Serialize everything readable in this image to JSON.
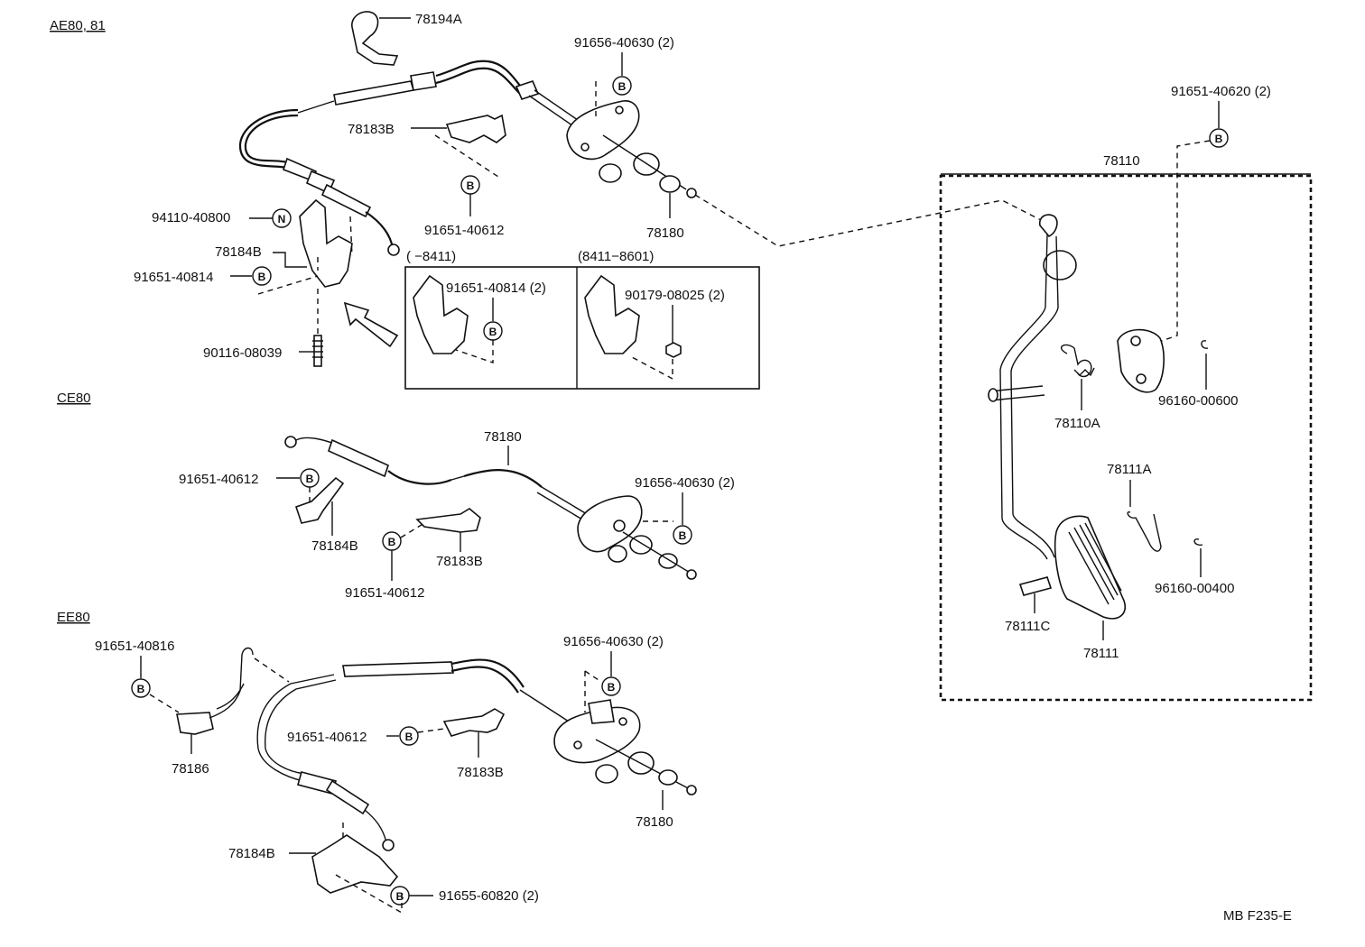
{
  "sections": {
    "ae80": "AE80, 81",
    "ce80": "CE80",
    "ee80": "EE80"
  },
  "labels": {
    "p78194A": "78194A",
    "p91656_top": "91656-40630 (2)",
    "p78183B_top": "78183B",
    "p91651_40612_top": "91651-40612",
    "p78180_top": "78180",
    "p94110": "94110-40800",
    "p78184B_top": "78184B",
    "p91651_40814": "91651-40814",
    "p90116": "90116-08039",
    "range1": "( −8411)",
    "range2": "(8411−8601)",
    "p91651_40814_2": "91651-40814 (2)",
    "p90179": "90179-08025 (2)",
    "p91651_40620": "91651-40620 (2)",
    "p78110": "78110",
    "p78110A": "78110A",
    "p96160_600": "96160-00600",
    "p78111A": "78111A",
    "p96160_400": "96160-00400",
    "p78111C": "78111C",
    "p78111": "78111",
    "p78180_mid": "78180",
    "p91651_40612_mid": "91651-40612",
    "p91656_mid": "91656-40630 (2)",
    "p78184B_mid": "78184B",
    "p78183B_mid": "78183B",
    "p91651_40612_mid2": "91651-40612",
    "p91651_40816": "91651-40816",
    "p91656_bot": "91656-40630 (2)",
    "p78186": "78186",
    "p91651_40612_bot": "91651-40612",
    "p78183B_bot": "78183B",
    "p78180_bot": "78180",
    "p78184B_bot": "78184B",
    "p91655": "91655-60820 (2)",
    "code": "MB F235-E"
  },
  "symbols": {
    "b": "B",
    "n": "N"
  }
}
